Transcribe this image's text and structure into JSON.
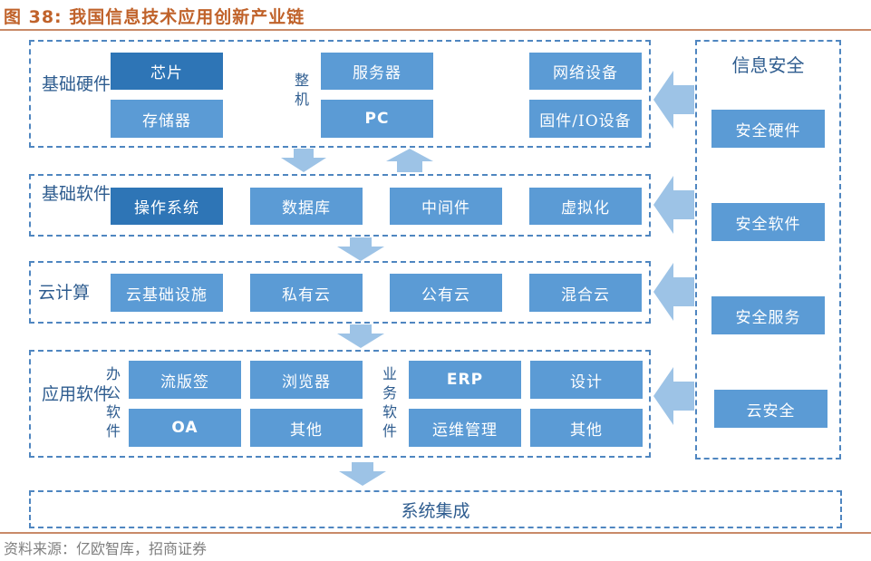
{
  "figure": {
    "title": "图 38:  我国信息技术应用创新产业链",
    "source": "资料来源：亿欧智库，招商证券"
  },
  "colors": {
    "title": "#c0622a",
    "rule": "#c98a68",
    "box": "#5b9bd5",
    "box_dark": "#2e75b6",
    "label": "#2e5c8f",
    "dash": "#4f86c0",
    "arrow": "#9dc3e6"
  },
  "layers": {
    "hardware": {
      "label": "基础硬件",
      "items": [
        "芯片",
        "存储器"
      ],
      "whole_machine": {
        "label": "整机",
        "items": [
          "服务器",
          "PC"
        ]
      },
      "devices": [
        "网络设备",
        "固件/IO设备"
      ]
    },
    "software": {
      "label": "基础软件",
      "items": [
        "操作系统",
        "数据库",
        "中间件",
        "虚拟化"
      ]
    },
    "cloud": {
      "label": "云计算",
      "items": [
        "云基础设施",
        "私有云",
        "公有云",
        "混合云"
      ]
    },
    "application": {
      "label": "应用软件",
      "office": {
        "label": "办公软件",
        "items": [
          "流版签",
          "浏览器",
          "OA",
          "其他"
        ]
      },
      "business": {
        "label": "业务软件",
        "items": [
          "ERP",
          "设计",
          "运维管理",
          "其他"
        ]
      }
    },
    "integration": {
      "label": "系统集成"
    }
  },
  "security": {
    "title": "信息安全",
    "items": [
      "安全硬件",
      "安全软件",
      "安全服务",
      "云安全"
    ]
  },
  "arrows": {
    "down": "arrow-down-icon",
    "up": "arrow-up-icon",
    "left": "arrow-left-icon"
  }
}
